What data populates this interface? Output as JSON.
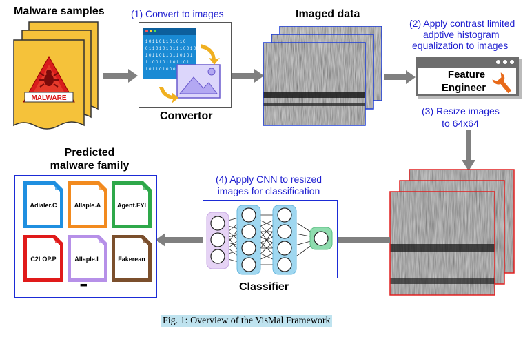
{
  "labels": {
    "malware_samples": "Malware samples",
    "convert_step": "(1) Convert to images",
    "convertor": "Convertor",
    "imaged_data": "Imaged data",
    "clahe_step": [
      "(2) Apply contrast limited",
      "adptive histogram",
      "equalization to images"
    ],
    "feature_engineer": [
      "Feature",
      "Engineer"
    ],
    "resize_step": [
      "(3) Resize images",
      "to 64x64"
    ],
    "cnn_step": [
      "(4) Apply CNN to resized",
      "images for classification"
    ],
    "classifier": "Classifier",
    "predicted": [
      "Predicted",
      "malware family"
    ],
    "malware_badge": "MALWARE",
    "more": "▪▪▪",
    "caption": "Fig. 1: Overview of the VisMal Framework"
  },
  "binary_lines": [
    "1 0 1 1 0 1 1 0 1 0 1 0",
    "0 1 1 0 1 0 1 0 1 1 1 0 0 1 0",
    "1 0 1 1 0 1 1 0 1 1 0 1 0 1",
    "1 1 0 0 1 0 1 1 0 1 1 0 1",
    "1 0 1 1 0 1 0 0 0 1"
  ],
  "families": [
    {
      "name": "Adialer.C",
      "color": "#1f8fe0"
    },
    {
      "name": "Allaple.A",
      "color": "#f28a1e"
    },
    {
      "name": "Agent.FYI",
      "color": "#2ea84a"
    },
    {
      "name": "C2LOP.P",
      "color": "#e01a1a"
    },
    {
      "name": "Allaple.L",
      "color": "#b690e8"
    },
    {
      "name": "Fakerean",
      "color": "#7b4f2c"
    }
  ],
  "colors": {
    "malware_paper": "#f5c23a",
    "arrow": "#808080",
    "blue_text": "#1f1fd0",
    "nn_input": "#e6d3f5",
    "nn_hidden": "#9fd7f0",
    "nn_output": "#8fdcae"
  }
}
